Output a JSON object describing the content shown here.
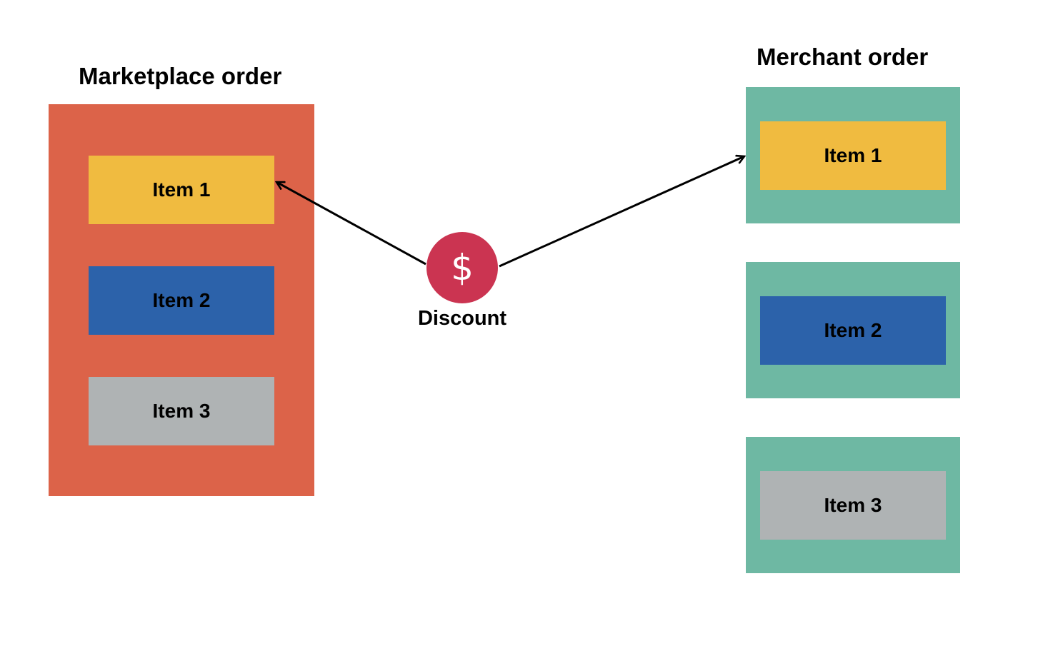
{
  "colors": {
    "marketplace_container": "#DC6349",
    "merchant_container": "#6EB8A3",
    "item_1": "#F0BB40",
    "item_2": "#2C62AA",
    "item_3": "#AFB3B4",
    "discount": "#CB3451",
    "arrow": "#000000"
  },
  "marketplace": {
    "title": "Marketplace order",
    "items": [
      {
        "label": "Item 1"
      },
      {
        "label": "Item 2"
      },
      {
        "label": "Item 3"
      }
    ]
  },
  "merchant": {
    "title": "Merchant order",
    "items": [
      {
        "label": "Item 1"
      },
      {
        "label": "Item 2"
      },
      {
        "label": "Item 3"
      }
    ]
  },
  "discount": {
    "symbol": "$",
    "label": "Discount",
    "icon": "dollar-icon"
  },
  "connectors": [
    {
      "from": "discount",
      "to": "marketplace-item-1"
    },
    {
      "from": "discount",
      "to": "merchant-order-1"
    }
  ]
}
